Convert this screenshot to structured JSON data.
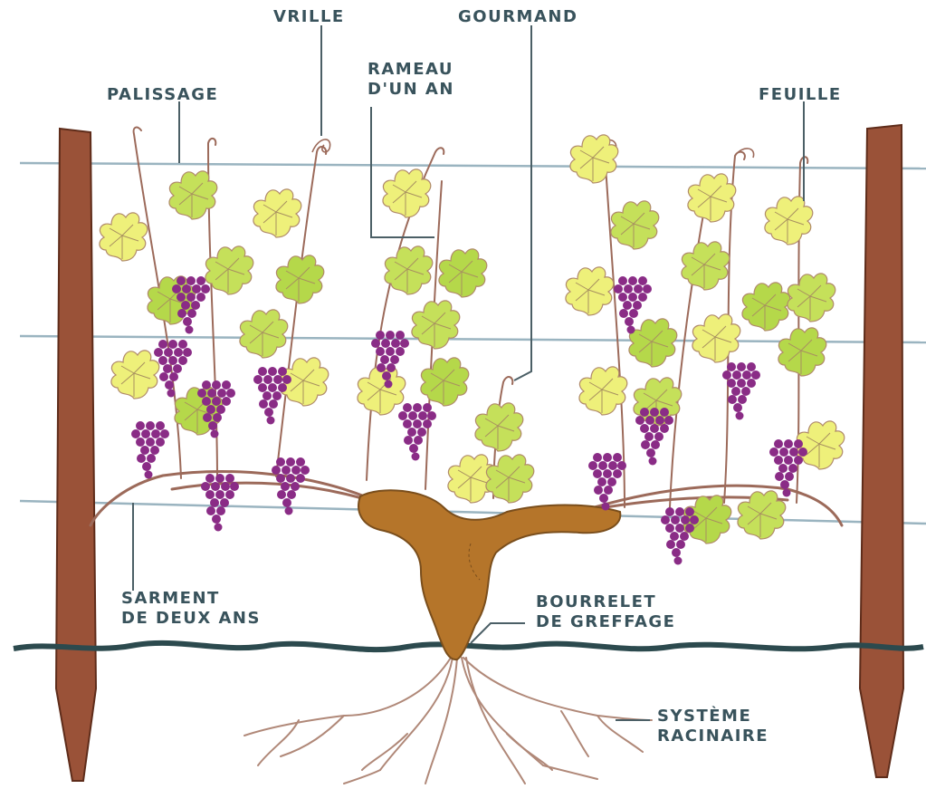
{
  "diagram": {
    "labels": {
      "vrille": "VRILLE",
      "gourmand": "GOURMAND",
      "palissage": "PALISSAGE",
      "rameau": [
        "RAMEAU",
        "D'UN AN"
      ],
      "feuille": "FEUILLE",
      "sarment": [
        "SARMENT",
        "DE DEUX ANS"
      ],
      "bourrelet": [
        "BOURRELET",
        "DE GREFFAGE"
      ],
      "systeme": [
        "SYSTÈME",
        "RACINAIRE"
      ]
    },
    "colors": {
      "label_text": "#39535c",
      "leader_line": "#4b5f66",
      "post": "#9a5238",
      "trunk": "#b5752a",
      "cane": "#9c6a5a",
      "leaf_light": "#eef07a",
      "leaf_green": "#b5d84a",
      "leaf_outline": "#b08a6a",
      "grape": "#8a2c86",
      "wire": "#9ab4c0",
      "soil": "#2c4a4e",
      "roots": "#b08878"
    },
    "icons": {
      "leaf": "grape-leaf-icon",
      "grape_cluster": "grape-cluster-icon"
    }
  }
}
